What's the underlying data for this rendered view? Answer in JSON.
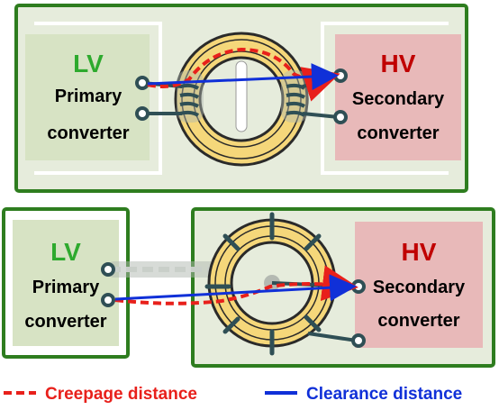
{
  "top_panel": {
    "lv": {
      "title": "LV",
      "line1": "Primary",
      "line2": "converter"
    },
    "hv": {
      "title": "HV",
      "line1": "Secondary",
      "line2": "converter"
    }
  },
  "bottom_panel": {
    "lv": {
      "title": "LV",
      "line1": "Primary",
      "line2": "converter"
    },
    "hv": {
      "title": "HV",
      "line1": "Secondary",
      "line2": "converter"
    }
  },
  "legend": {
    "creepage": {
      "label": "Creepage distance",
      "color": "#e8201b"
    },
    "clearance": {
      "label": "Clearance distance",
      "color": "#1030d8"
    }
  },
  "colors": {
    "frame": "#2e7d1f",
    "lv_fill": "#d7e3c4",
    "lv_text": "#2eaa2e",
    "hv_fill": "#e8b9b9",
    "hv_text": "#c00000",
    "core_fill": "#f5d77a",
    "core_stroke": "#2a2a2a",
    "terminal": "#2f4f55"
  }
}
